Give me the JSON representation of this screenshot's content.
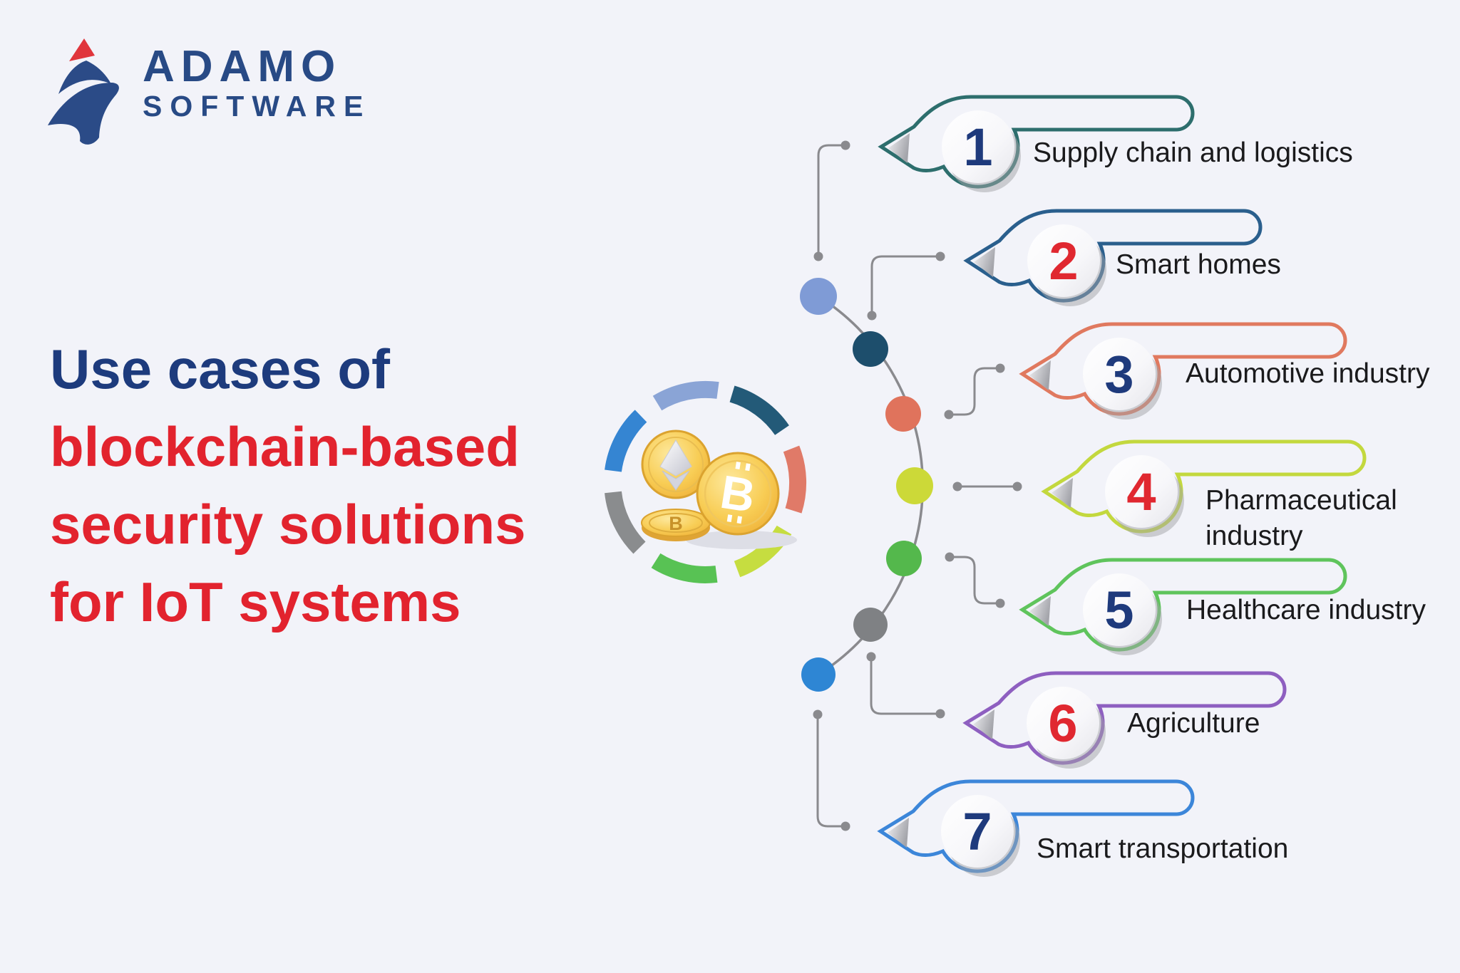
{
  "logo": {
    "brand": "ADAMO",
    "sub": "SOFTWARE",
    "brand_color": "#284a85",
    "triangle_color": "#e0353c"
  },
  "title": {
    "lines": [
      {
        "text": "Use cases of",
        "color": "#1d3b7d"
      },
      {
        "text": "blockchain-based",
        "color": "#e2232e"
      },
      {
        "text": "security solutions",
        "color": "#e2232e"
      },
      {
        "text": "for IoT systems",
        "color": "#e2232e"
      }
    ]
  },
  "center_icon": {
    "description": "crypto coins inside dashed color ring",
    "coin_letter": "B",
    "ring_segments": [
      {
        "color": "#235a78"
      },
      {
        "color": "#e07a68"
      },
      {
        "color": "#c6dd40"
      },
      {
        "color": "#58c254"
      },
      {
        "color": "#8a8c8e"
      },
      {
        "color": "#3585d2"
      },
      {
        "color": "#8aa4d6"
      }
    ]
  },
  "chain": {
    "dots": [
      {
        "color": "#7f9bd6"
      },
      {
        "color": "#1d4e6c"
      },
      {
        "color": "#e0735c"
      },
      {
        "color": "#ccd938"
      },
      {
        "color": "#54b84c"
      },
      {
        "color": "#7f8184"
      },
      {
        "color": "#2e86d4"
      }
    ],
    "line_color": "#8a8a8e"
  },
  "items": [
    {
      "number": "1",
      "label": "Supply chain and logistics",
      "outline_color": "#2d6e6d",
      "number_color": "#1e3a7c"
    },
    {
      "number": "2",
      "label": "Smart homes",
      "outline_color": "#2a5f8d",
      "number_color": "#e02830"
    },
    {
      "number": "3",
      "label": "Automotive industry",
      "outline_color": "#e0795f",
      "number_color": "#1e3a7c"
    },
    {
      "number": "4",
      "label": "Pharmaceutical industry",
      "outline_color": "#c3d83e",
      "number_color": "#e02830"
    },
    {
      "number": "5",
      "label": "Healthcare industry",
      "outline_color": "#5fc45c",
      "number_color": "#1e3a7c"
    },
    {
      "number": "6",
      "label": "Agriculture",
      "outline_color": "#8e5fc0",
      "number_color": "#e02830"
    },
    {
      "number": "7",
      "label": "Smart transportation",
      "outline_color": "#3c86d9",
      "number_color": "#1e3a7c"
    }
  ]
}
